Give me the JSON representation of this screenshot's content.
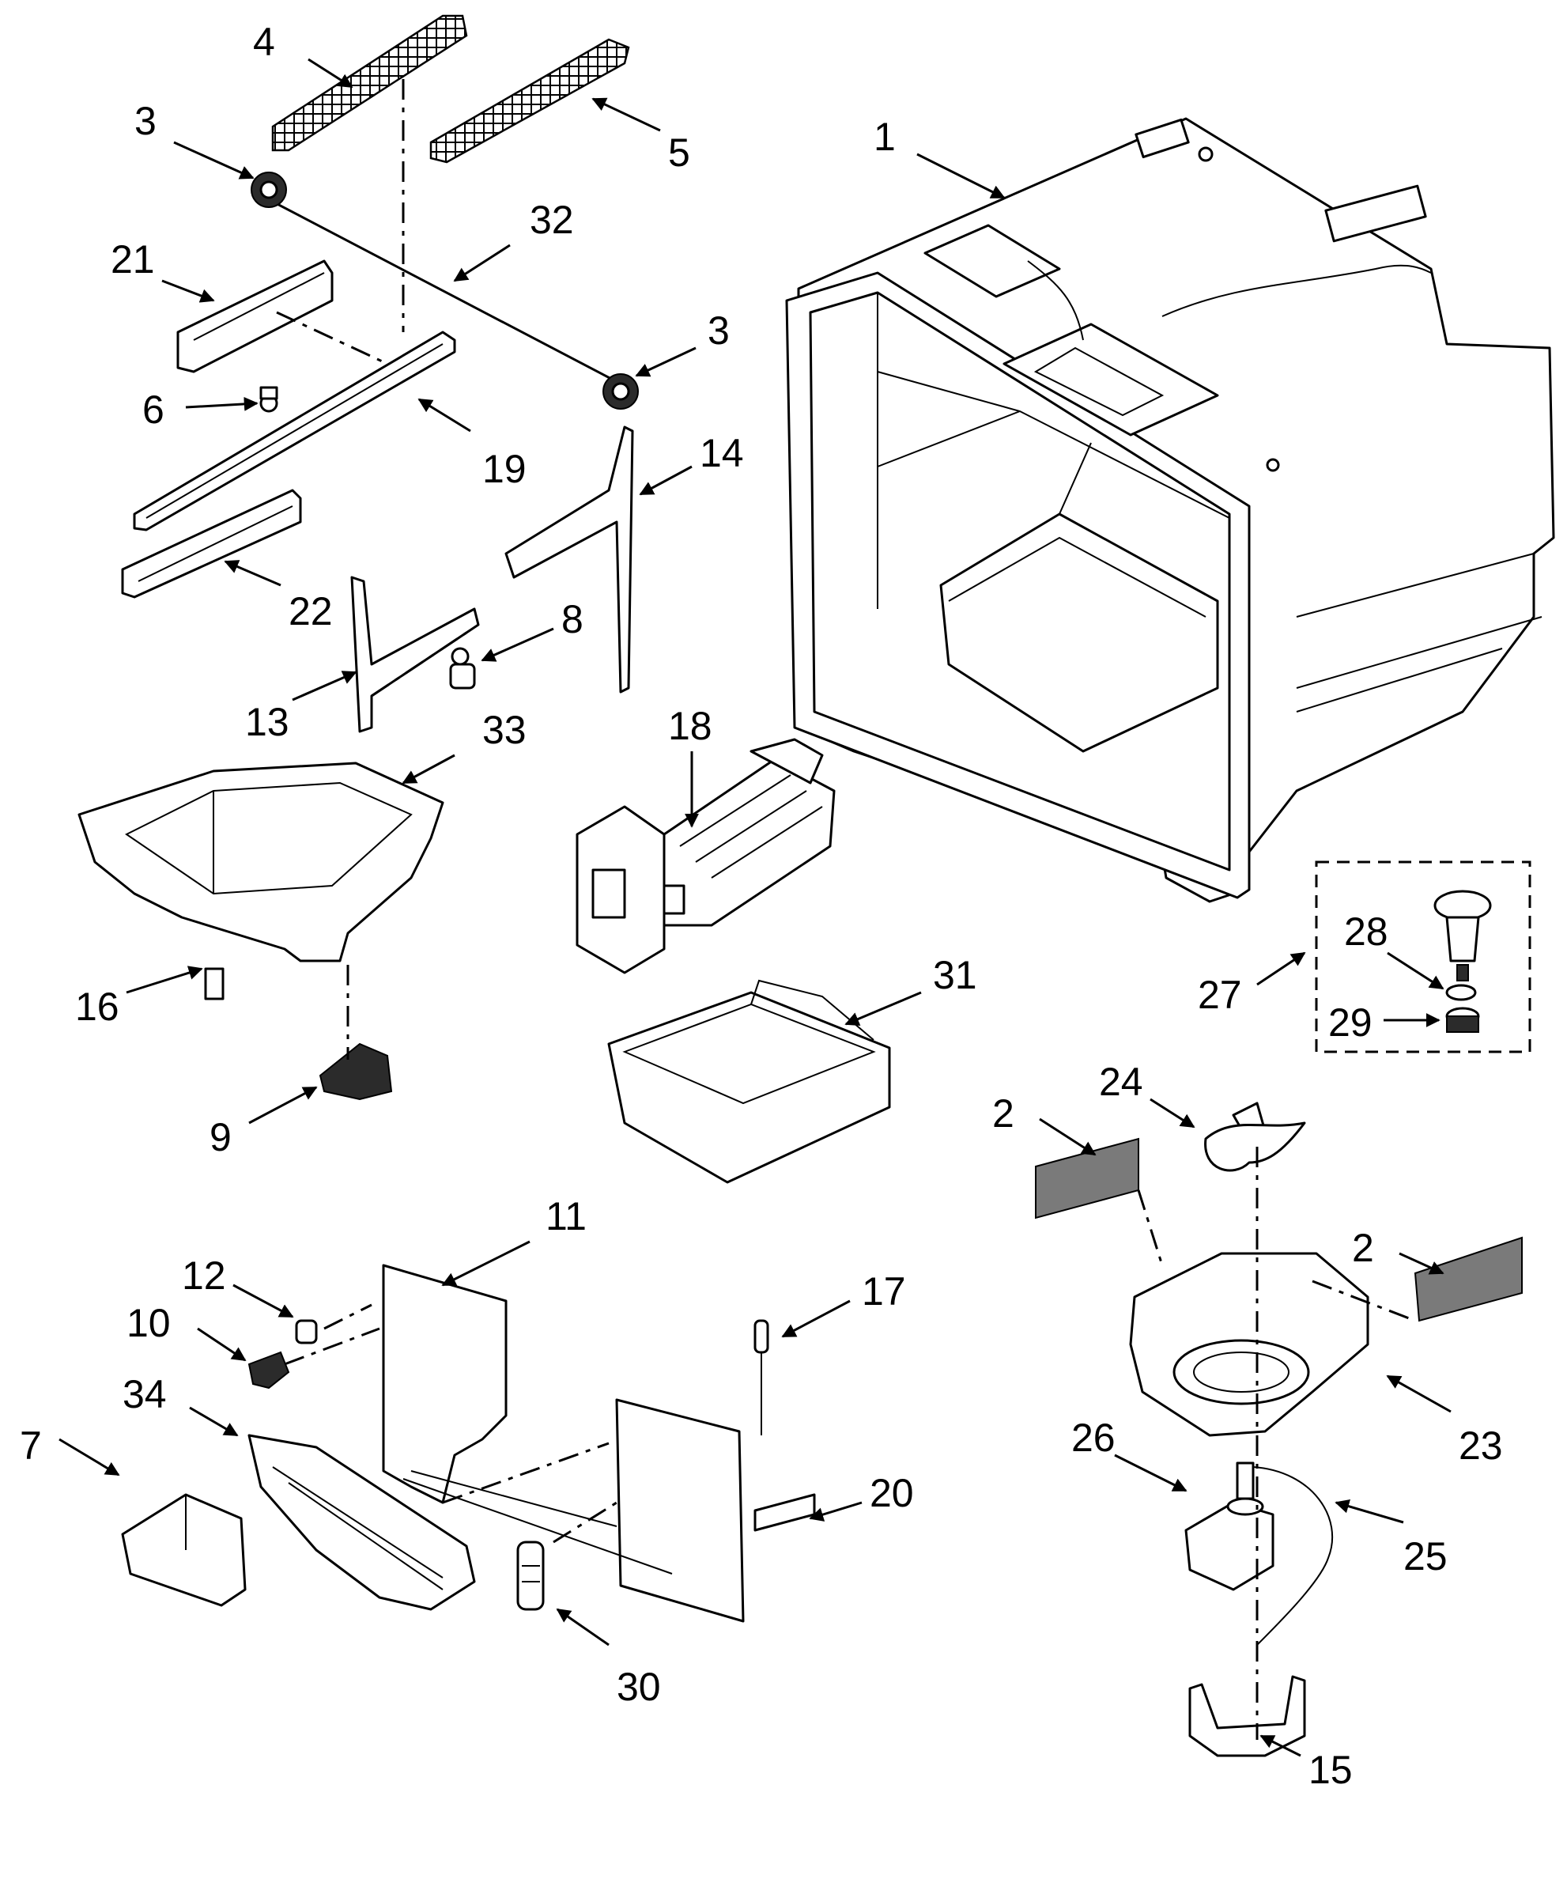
{
  "callouts": [
    {
      "label": "1"
    },
    {
      "label": "2"
    },
    {
      "label": "2"
    },
    {
      "label": "3"
    },
    {
      "label": "3"
    },
    {
      "label": "4"
    },
    {
      "label": "5"
    },
    {
      "label": "6"
    },
    {
      "label": "7"
    },
    {
      "label": "8"
    },
    {
      "label": "9"
    },
    {
      "label": "10"
    },
    {
      "label": "11"
    },
    {
      "label": "12"
    },
    {
      "label": "13"
    },
    {
      "label": "14"
    },
    {
      "label": "15"
    },
    {
      "label": "16"
    },
    {
      "label": "17"
    },
    {
      "label": "18"
    },
    {
      "label": "19"
    },
    {
      "label": "20"
    },
    {
      "label": "21"
    },
    {
      "label": "22"
    },
    {
      "label": "23"
    },
    {
      "label": "24"
    },
    {
      "label": "25"
    },
    {
      "label": "26"
    },
    {
      "label": "27"
    },
    {
      "label": "28"
    },
    {
      "label": "29"
    },
    {
      "label": "30"
    },
    {
      "label": "31"
    },
    {
      "label": "32"
    },
    {
      "label": "33"
    },
    {
      "label": "34"
    }
  ]
}
